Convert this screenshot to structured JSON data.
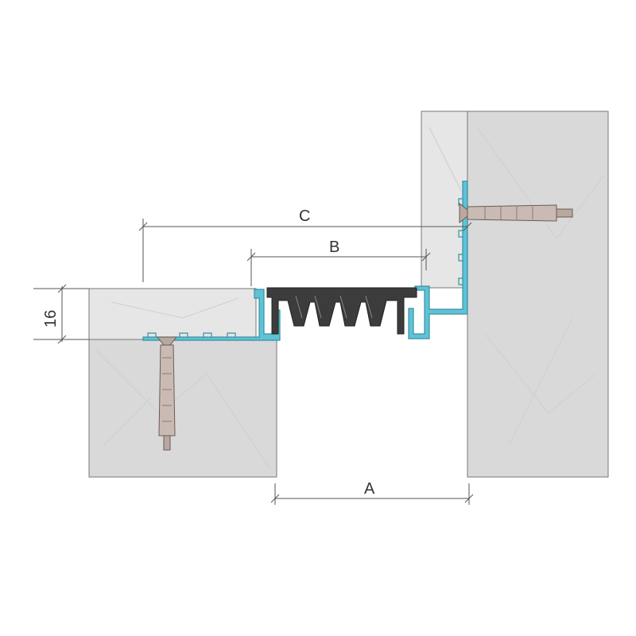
{
  "dimensions": {
    "a_label": "A",
    "b_label": "B",
    "c_label": "C",
    "thickness_label": "16"
  },
  "colors": {
    "concrete_dark": "#d9d9d9",
    "concrete_light": "#e4e4e4",
    "profile_teal": "#5ec3d6",
    "profile_outline": "#3a8fa0",
    "rubber_insert": "#3c3c3c",
    "anchor": "#b8a8a0",
    "dimension_line": "#555555"
  },
  "icons": {
    "left_anchor": "expansion-anchor-icon",
    "right_anchor": "expansion-anchor-icon"
  }
}
